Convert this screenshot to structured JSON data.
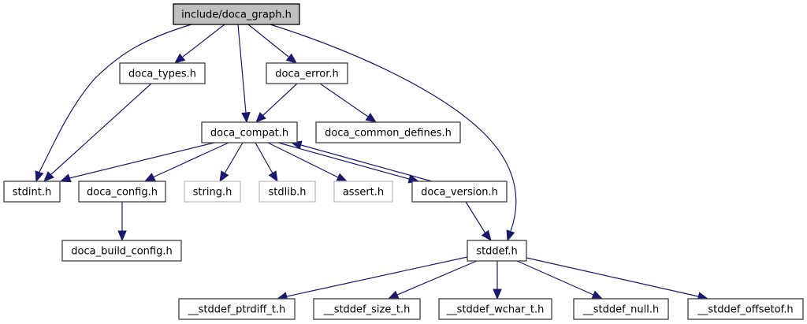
{
  "diagram": {
    "type": "include-dependency-graph",
    "edge_color": "#191970",
    "root_fill": "#bfbfbf",
    "external_border": "#bfbfbf",
    "nodes": [
      {
        "id": "root",
        "label": "include/doca_graph.h",
        "kind": "root"
      },
      {
        "id": "doca_types",
        "label": "doca_types.h",
        "kind": "normal"
      },
      {
        "id": "doca_error",
        "label": "doca_error.h",
        "kind": "normal"
      },
      {
        "id": "doca_compat",
        "label": "doca_compat.h",
        "kind": "normal"
      },
      {
        "id": "doca_common_defines",
        "label": "doca_common_defines.h",
        "kind": "normal"
      },
      {
        "id": "stdint",
        "label": "stdint.h",
        "kind": "normal"
      },
      {
        "id": "doca_config",
        "label": "doca_config.h",
        "kind": "normal"
      },
      {
        "id": "string",
        "label": "string.h",
        "kind": "external"
      },
      {
        "id": "stdlib",
        "label": "stdlib.h",
        "kind": "external"
      },
      {
        "id": "assert",
        "label": "assert.h",
        "kind": "external"
      },
      {
        "id": "doca_version",
        "label": "doca_version.h",
        "kind": "normal"
      },
      {
        "id": "doca_build_config",
        "label": "doca_build_config.h",
        "kind": "normal"
      },
      {
        "id": "stddef",
        "label": "stddef.h",
        "kind": "normal"
      },
      {
        "id": "stddef_ptrdiff",
        "label": "__stddef_ptrdiff_t.h",
        "kind": "normal"
      },
      {
        "id": "stddef_size",
        "label": "__stddef_size_t.h",
        "kind": "normal"
      },
      {
        "id": "stddef_wchar",
        "label": "__stddef_wchar_t.h",
        "kind": "normal"
      },
      {
        "id": "stddef_null",
        "label": "__stddef_null.h",
        "kind": "normal"
      },
      {
        "id": "stddef_offsetof",
        "label": "__stddef_offsetof.h",
        "kind": "normal"
      }
    ],
    "edges": [
      {
        "from": "root",
        "to": "stdint"
      },
      {
        "from": "root",
        "to": "doca_types"
      },
      {
        "from": "root",
        "to": "doca_compat"
      },
      {
        "from": "root",
        "to": "doca_error"
      },
      {
        "from": "root",
        "to": "stddef"
      },
      {
        "from": "doca_types",
        "to": "stdint"
      },
      {
        "from": "doca_error",
        "to": "doca_compat"
      },
      {
        "from": "doca_error",
        "to": "doca_common_defines"
      },
      {
        "from": "doca_compat",
        "to": "stdint"
      },
      {
        "from": "doca_compat",
        "to": "doca_config"
      },
      {
        "from": "doca_compat",
        "to": "string"
      },
      {
        "from": "doca_compat",
        "to": "stdlib"
      },
      {
        "from": "doca_compat",
        "to": "assert"
      },
      {
        "from": "doca_compat",
        "to": "doca_version"
      },
      {
        "from": "doca_version",
        "to": "doca_compat"
      },
      {
        "from": "doca_version",
        "to": "stddef"
      },
      {
        "from": "doca_config",
        "to": "doca_build_config"
      },
      {
        "from": "stddef",
        "to": "stddef_ptrdiff"
      },
      {
        "from": "stddef",
        "to": "stddef_size"
      },
      {
        "from": "stddef",
        "to": "stddef_wchar"
      },
      {
        "from": "stddef",
        "to": "stddef_null"
      },
      {
        "from": "stddef",
        "to": "stddef_offsetof"
      }
    ]
  }
}
